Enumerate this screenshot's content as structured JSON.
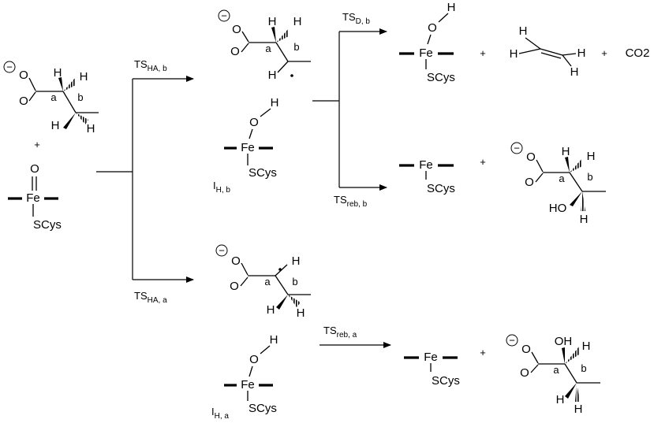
{
  "atoms": {
    "O": "O",
    "H": "H",
    "Fe": "Fe",
    "SCys": "SCys",
    "HO": "HO",
    "OH": "OH"
  },
  "bond_labels": {
    "a": "a",
    "b": "b"
  },
  "operators": {
    "plus": "+"
  },
  "products": {
    "co2": "CO2"
  },
  "transition_states": {
    "ts_ha_b": {
      "main": "TS",
      "sub": "HA, b"
    },
    "ts_ha_a": {
      "main": "TS",
      "sub": "HA, a"
    },
    "ts_d_b": {
      "main": "TS",
      "sub": "D, b"
    },
    "ts_reb_b": {
      "main": "TS",
      "sub": "reb, b"
    },
    "ts_reb_a": {
      "main": "TS",
      "sub": "reb, a"
    }
  },
  "intermediates": {
    "i_h_b": {
      "main": "I",
      "sub": "H, b"
    },
    "i_h_a": {
      "main": "I",
      "sub": "H, a"
    }
  },
  "symbols": {
    "charge": "−"
  },
  "colors": {
    "ink": "#000000",
    "background": "#ffffff"
  }
}
